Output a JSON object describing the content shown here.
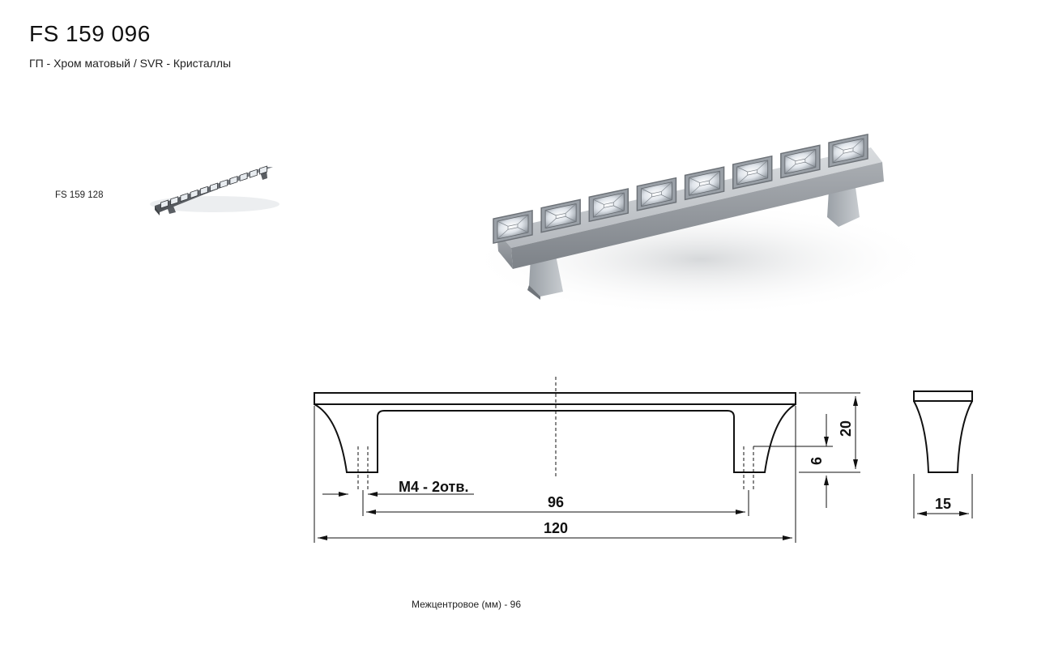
{
  "product": {
    "code": "FS 159 096",
    "finish_line": "ГП - Хром матовый / SVR - Кристаллы"
  },
  "variant": {
    "code": "FS 159 128"
  },
  "crystals": {
    "main_count": 8,
    "thumb_count": 11
  },
  "drawing": {
    "dim_center": "96",
    "dim_length": "120",
    "dim_height": "20",
    "dim_thread_depth": "6",
    "dim_width": "15",
    "thread_note": "М4 - 2отв."
  },
  "footer": {
    "center_distance": "Межцентровое (мм) - 96"
  },
  "colors": {
    "chrome": "#c9ccd0",
    "chrome_dark": "#8f949a",
    "line": "#111111"
  }
}
